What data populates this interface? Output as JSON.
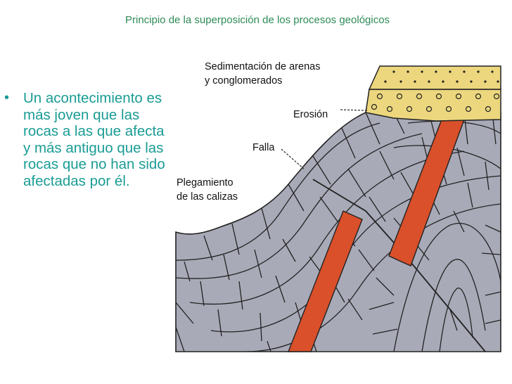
{
  "title": "Principio de la superposición de los procesos geológicos",
  "bullet": {
    "marker": "•",
    "text": "Un acontecimiento es más joven que las rocas a las que afecta y más antiguo que las rocas que no han sido afectadas por él."
  },
  "labels": {
    "sediment_line1": "Sedimentación de arenas",
    "sediment_line2": "y conglomerados",
    "erosion": "Erosión",
    "fault": "Falla",
    "fold_line1": "Plegamiento",
    "fold_line2": "de las calizas"
  },
  "colors": {
    "title": "#2e8b57",
    "bullet_text": "#1a9c94",
    "limestone": "#a9aab8",
    "sand": "#ecd77e",
    "dike": "#d9502a",
    "outline": "#222222"
  }
}
